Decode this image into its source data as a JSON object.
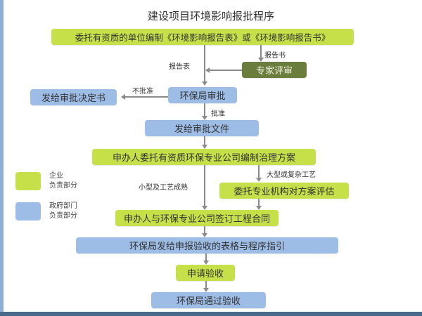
{
  "title": "建设项目环境影响报批程序",
  "colors": {
    "enterprise": "#c6e04a",
    "government": "#9ebde6",
    "expert": "#6b7d3c",
    "arrow": "#8a8a8a"
  },
  "nodes": {
    "n1": "委托有资质的单位编制《环境影响报告表》或《环境影响报告书》",
    "expert": "专家评审",
    "epb_approval": "环保局审批",
    "decision_letter": "发给审批决定书",
    "approval_doc": "发给审批文件",
    "plan": "申办人委托有资质环保专业公司编制治理方案",
    "evaluate": "委托专业机构对方案评估",
    "contract": "申办人与环保专业公司签订工程合同",
    "forms": "环保局发给申报验收的表格与程序指引",
    "apply": "申请验收",
    "pass": "环保局通过验收"
  },
  "edge_labels": {
    "report_book": "报告书",
    "report_form": "报告表",
    "not_approved": "不批准",
    "approved": "批准",
    "small": "小型及工艺成熟",
    "large": "大型或复杂工艺"
  },
  "legend": [
    {
      "line1": "企业",
      "line2": "负责部分",
      "color": "#c6e04a"
    },
    {
      "line1": "政府部门",
      "line2": "负责部分",
      "color": "#9ebde6"
    }
  ]
}
